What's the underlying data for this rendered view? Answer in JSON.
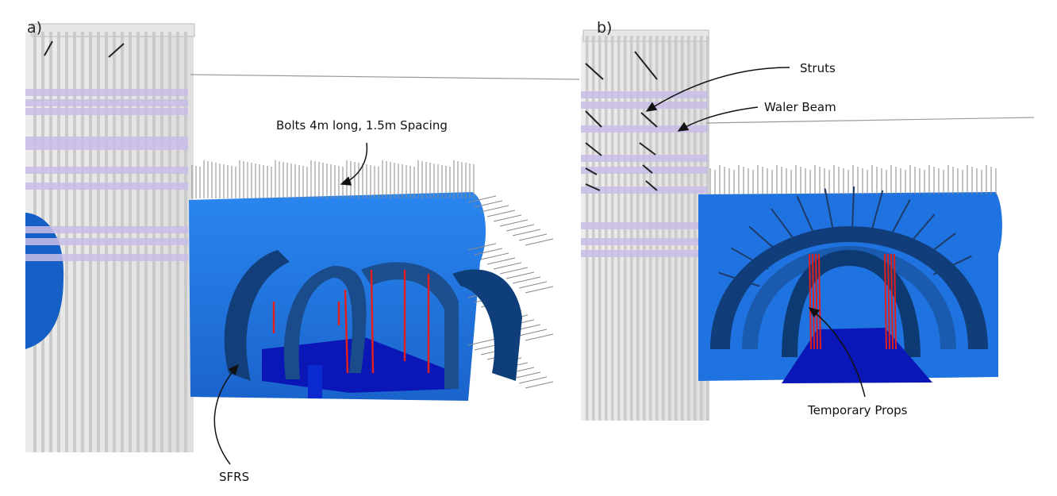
{
  "panels": {
    "a": {
      "label": "a)"
    },
    "b": {
      "label": "b)"
    }
  },
  "annotations": {
    "bolts": "Bolts 4m long, 1.5m Spacing",
    "sfrs": "SFRS",
    "struts": "Struts",
    "waler": "Waler Beam",
    "props": "Temporary Props"
  },
  "colors": {
    "lining": "#1f73e0",
    "lining_dark": "#0d4f9e",
    "arch_front": "#14467f",
    "floor": "#0a16b5",
    "props": "#e02020",
    "waler": "#c9bde8",
    "piles": "#c8c8c8",
    "bolts": "#8a8a8a"
  }
}
